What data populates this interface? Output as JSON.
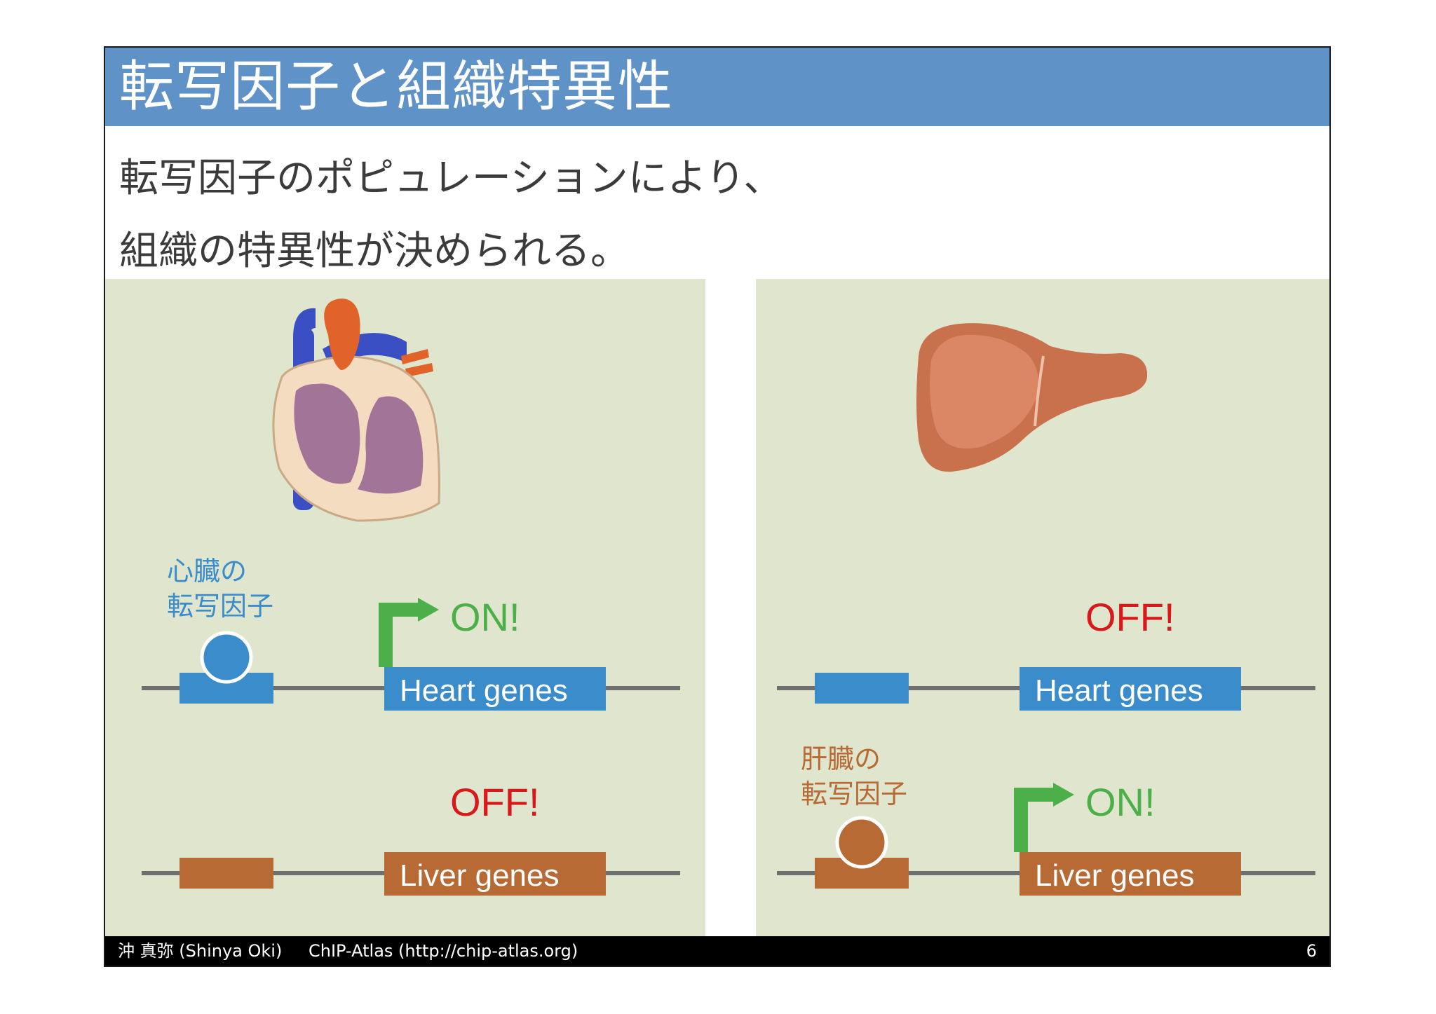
{
  "slide": {
    "title": "転写因子と組織特異性",
    "body_lines": [
      "転写因子のポピュレーションにより、",
      "組織の特異性が決められる。"
    ]
  },
  "left_panel": {
    "tf_label": "心臓の\n転写因子",
    "heart_gene_label": "Heart genes",
    "heart_gene_status": "ON!",
    "liver_gene_label": "Liver genes",
    "liver_gene_status": "OFF!"
  },
  "right_panel": {
    "tf_label": "肝臓の\n転写因子",
    "heart_gene_label": "Heart genes",
    "heart_gene_status": "OFF!",
    "liver_gene_label": "Liver genes",
    "liver_gene_status": "ON!"
  },
  "footer": {
    "author": "沖 真弥 (Shinya Oki)",
    "site": "ChIP-Atlas (http://chip-atlas.org)",
    "page": "6"
  },
  "colors": {
    "title_bar": "#5f92c7",
    "panel_bg": "#dfe6cd",
    "heart_blue": "#3a8ccb",
    "liver_brown": "#b86a34",
    "on_green": "#4daf4a",
    "off_red": "#d7191c"
  }
}
